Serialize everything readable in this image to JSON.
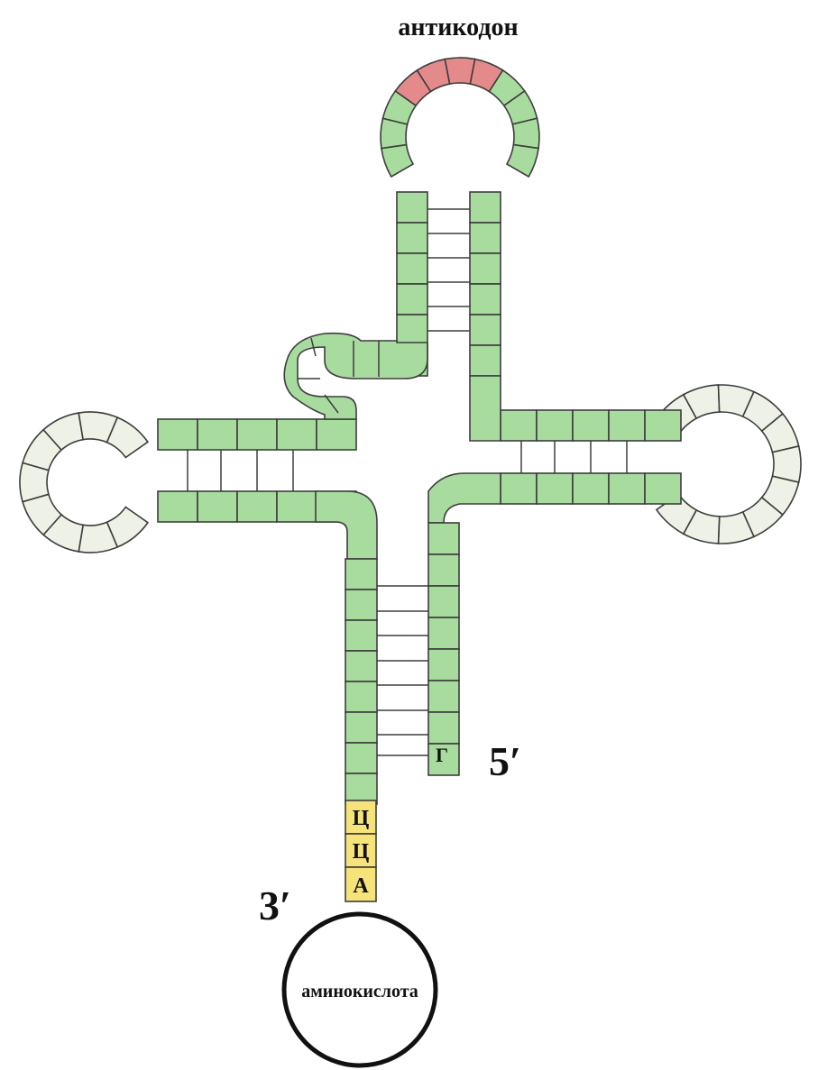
{
  "labels": {
    "anticodon": "антикодон",
    "five_prime": "5′",
    "three_prime": "3′",
    "amino_acid": "аминокислота",
    "base_g": "Г",
    "base_c1": "Ц",
    "base_c2": "Ц",
    "base_a": "А"
  },
  "colors": {
    "stem": "#a8dc9e",
    "loop_pale": "#eef1e6",
    "anticodon": "#e48a8a",
    "cca_tail": "#f6e37a",
    "outline": "#3d3d3d",
    "background": "#ffffff"
  }
}
